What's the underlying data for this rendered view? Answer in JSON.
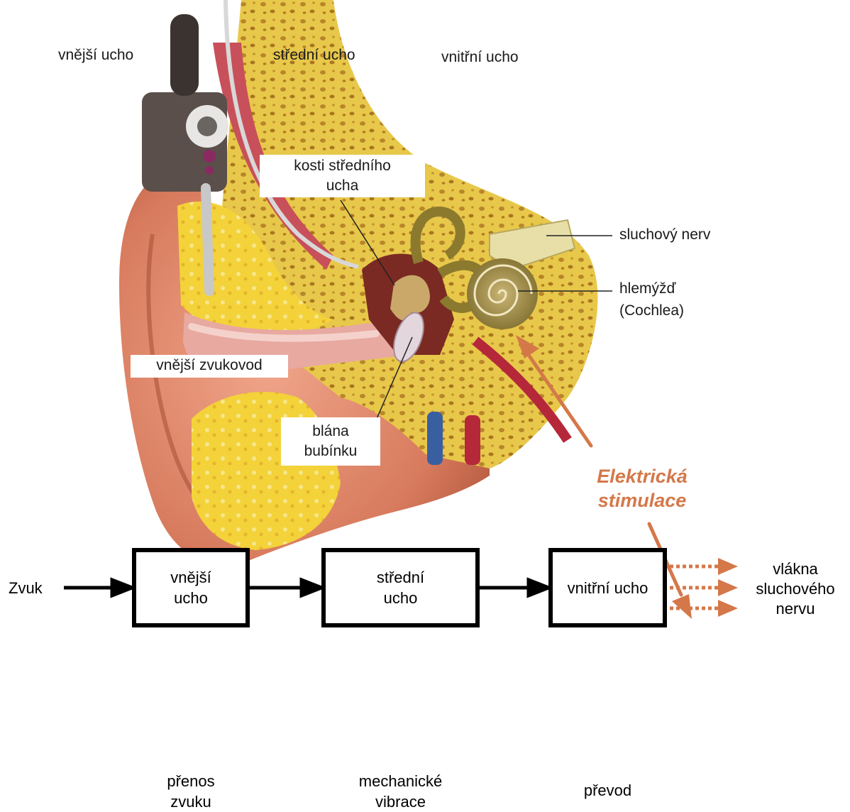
{
  "anatomy": {
    "outer_ear": "vnější ucho",
    "middle_ear": "střední ucho",
    "inner_ear": "vnitřní ucho",
    "ossicles_1": "kosti středního",
    "ossicles_2": "ucha",
    "auditory_nerve": "sluchový nerv",
    "cochlea_1": "hlemýžď",
    "cochlea_2": "(Cochlea)",
    "ear_canal": "vnější zvukovod",
    "eardrum_1": "blána",
    "eardrum_2": "bubínku"
  },
  "stimulation": {
    "line1": "Elektrická",
    "line2": "stimulace",
    "color": "#d4784a"
  },
  "flow": {
    "input": "Zvuk",
    "blocks": [
      {
        "line1": "vnější",
        "line2": "ucho",
        "caption1": "přenos",
        "caption2": "zvuku"
      },
      {
        "line1": "střední",
        "line2": "ucho",
        "caption1": "mechanické",
        "caption2": "vibrace"
      },
      {
        "line1": "vnitřní ucho",
        "caption1": "převod"
      }
    ],
    "output_1": "vlákna",
    "output_2": "sluchového",
    "output_3": "nervu"
  }
}
